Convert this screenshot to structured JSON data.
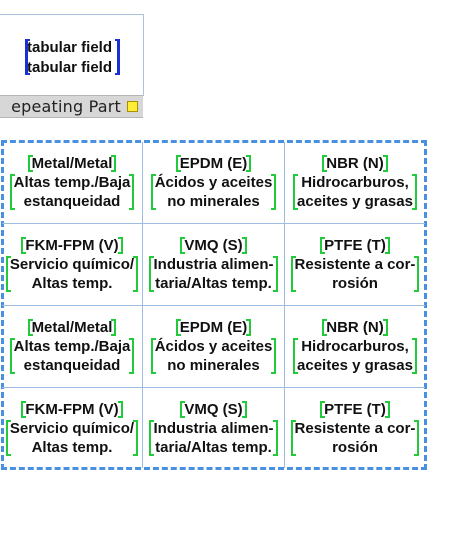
{
  "field_box": {
    "lines": [
      "tabular field",
      "tabular field"
    ]
  },
  "repeat_bar": {
    "label": "epeating Part"
  },
  "grid": {
    "rows": [
      [
        {
          "title": "Metal/Metal",
          "desc": "Altas temp./Baja\nestanqueidad"
        },
        {
          "title": "EPDM (E)",
          "desc": "Ácidos y aceites\nno minerales"
        },
        {
          "title": "NBR (N)",
          "desc": "Hidrocarburos,\naceites y grasas"
        }
      ],
      [
        {
          "title": "FKM-FPM (V)",
          "desc": "Servicio químico/\nAltas temp."
        },
        {
          "title": "VMQ (S)",
          "desc": "Industria alimen-\ntaria/Altas temp."
        },
        {
          "title": "PTFE (T)",
          "desc": "Resistente a cor-\nrosión"
        }
      ],
      [
        {
          "title": "Metal/Metal",
          "desc": "Altas temp./Baja\nestanqueidad"
        },
        {
          "title": "EPDM (E)",
          "desc": "Ácidos y aceites\nno minerales"
        },
        {
          "title": "NBR (N)",
          "desc": "Hidrocarburos,\naceites y grasas"
        }
      ],
      [
        {
          "title": "FKM-FPM (V)",
          "desc": "Servicio químico/\nAltas temp."
        },
        {
          "title": "VMQ (S)",
          "desc": "Industria alimen-\ntaria/Altas temp."
        },
        {
          "title": "PTFE (T)",
          "desc": "Resistente a cor-\nrosión"
        }
      ]
    ]
  },
  "colors": {
    "field_bracket": "#1a2fd6",
    "cell_bracket": "#22c93a",
    "dashed_border": "#4a90e2",
    "repeat_marker": "#ffee33"
  }
}
